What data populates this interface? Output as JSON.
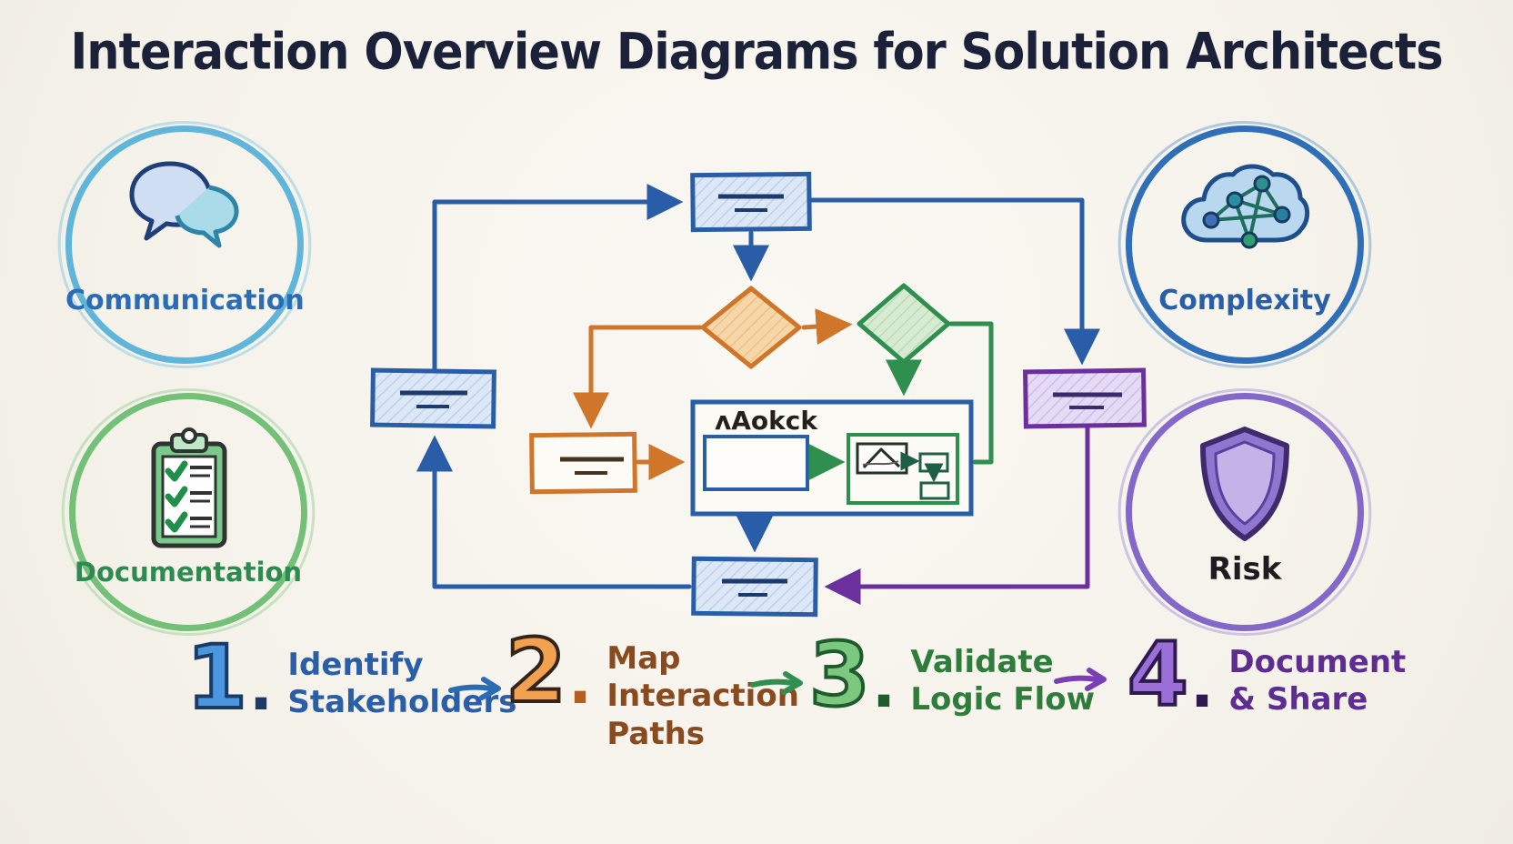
{
  "title": "Interaction Overview Diagrams for Solution Architects",
  "colors": {
    "background": "#f7f5ef",
    "title_navy": "#1a2138",
    "flow_blue": "#2a5da8",
    "flow_orange": "#d0762a",
    "flow_green": "#2f8f4e",
    "flow_purple": "#6b2f9e"
  },
  "badges": [
    {
      "id": "communication",
      "label": "Communication",
      "icon": "speech-bubbles-icon",
      "label_color": "#2a6db5",
      "ring_color": "#5fb6da"
    },
    {
      "id": "documentation",
      "label": "Documentation",
      "icon": "clipboard-checklist-icon",
      "label_color": "#2e8b4f",
      "ring_color": "#73c077"
    },
    {
      "id": "complexity",
      "label": "Complexity",
      "icon": "cloud-network-icon",
      "label_color": "#2a5fa8",
      "ring_color": "#2f6fb8"
    },
    {
      "id": "risk",
      "label": "Risk",
      "icon": "shield-icon",
      "label_color": "#1d1d1f",
      "ring_color": "#8468c9"
    }
  ],
  "flowchart": {
    "container_label": "ʌAokck",
    "nodes": [
      {
        "id": "top-rect",
        "shape": "rectangle",
        "color": "blue"
      },
      {
        "id": "left-rect",
        "shape": "rectangle",
        "color": "blue"
      },
      {
        "id": "decision-1",
        "shape": "diamond",
        "color": "orange"
      },
      {
        "id": "decision-2",
        "shape": "diamond",
        "color": "green"
      },
      {
        "id": "orange-rect",
        "shape": "rectangle",
        "color": "orange"
      },
      {
        "id": "mock-container",
        "shape": "container",
        "color": "blue"
      },
      {
        "id": "purple-rect",
        "shape": "rectangle",
        "color": "purple"
      },
      {
        "id": "bottom-rect",
        "shape": "rectangle",
        "color": "blue"
      }
    ]
  },
  "steps": [
    {
      "number": "1",
      "period": ".",
      "lines": [
        "Identify",
        "Stakeholders"
      ],
      "number_color": "#4a97e0",
      "text_color": "#2a5fa8",
      "arrow_after_color": "#2a6db5"
    },
    {
      "number": "2",
      "period": ".",
      "lines": [
        "Map",
        "Interaction",
        "Paths"
      ],
      "number_color": "#f2a24f",
      "text_color": "#8a4a20",
      "arrow_after_color": "#2f8f4e"
    },
    {
      "number": "3",
      "period": ".",
      "lines": [
        "Validate",
        "Logic Flow"
      ],
      "number_color": "#7dc87f",
      "text_color": "#2e7d3a",
      "arrow_after_color": "#7a3fb5"
    },
    {
      "number": "4",
      "period": ".",
      "lines": [
        "Document",
        "& Share"
      ],
      "number_color": "#9b6fd8",
      "text_color": "#5e2d91",
      "arrow_after_color": ""
    }
  ]
}
